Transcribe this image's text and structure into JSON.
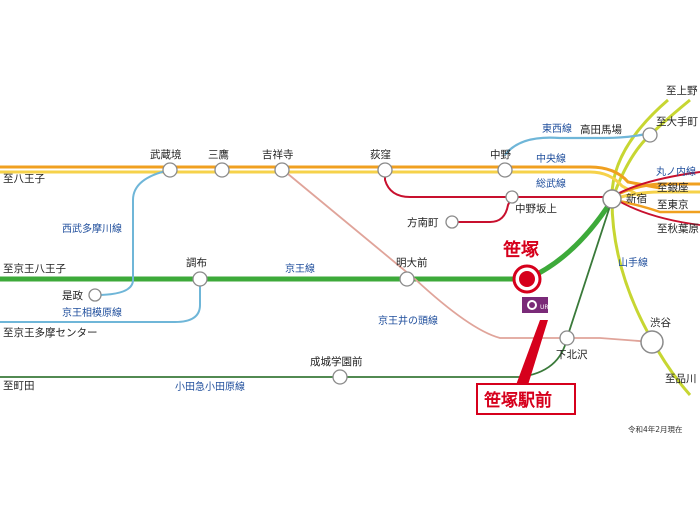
{
  "title": "笹塚",
  "callout": "笹塚駅前",
  "logo_text": "UR",
  "date_note": "令和4年2月現在",
  "colors": {
    "chuo": "#f0a020",
    "sobu": "#f6d24a",
    "keio": "#3daa3a",
    "seibu": "#6fb6d8",
    "sagamihara": "#6fb6d8",
    "inokashira": "#e0a49a",
    "marunouchi": "#c8102e",
    "odakyu": "#3a7a3a",
    "yamanote": "#c7d632",
    "accent": "#d6001c",
    "label_blue": "#1f4e9c"
  },
  "stations": {
    "musashisakai": "武蔵境",
    "mitaka": "三鷹",
    "kichijoji": "吉祥寺",
    "ogikubo": "荻窪",
    "nakano": "中野",
    "takadanobaba": "高田馬場",
    "shinjuku": "新宿",
    "nakanosakaue": "中野坂上",
    "honancho": "方南町",
    "chofu": "調布",
    "meidaimae": "明大前",
    "shimokitazawa": "下北沢",
    "shibuya": "渋谷",
    "seijogakuenmae": "成城学園前",
    "koremasa": "是政"
  },
  "destinations": {
    "hachioji": "至八王子",
    "keio_hachioji": "至京王八王子",
    "keio_tama": "至京王多摩センター",
    "machida": "至町田",
    "ueno": "至上野",
    "otemachi": "至大手町",
    "ginza": "至銀座",
    "tokyo": "至東京",
    "akihabara": "至秋葉原",
    "shinagawa": "至品川"
  },
  "lines": {
    "tozai": "東西線",
    "chuo": "中央線",
    "sobu": "総武線",
    "marunouchi": "丸ノ内線",
    "keio": "京王線",
    "seibu_tamagawa": "西武多摩川線",
    "keio_sagamihara": "京王相模原線",
    "inokashira": "京王井の頭線",
    "odakyu": "小田急小田原線",
    "yamanote": "山手線"
  }
}
